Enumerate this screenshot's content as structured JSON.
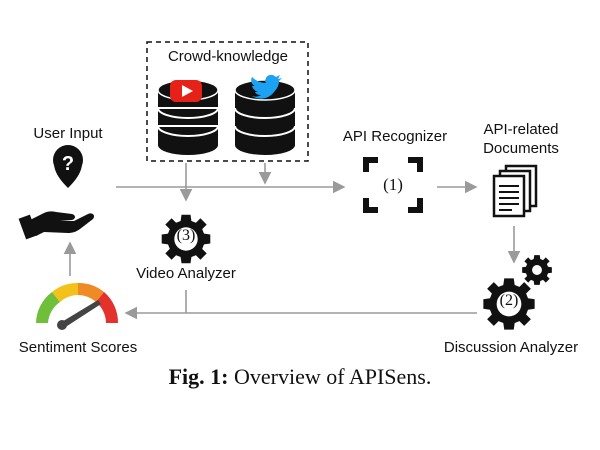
{
  "nodes": {
    "crowd_knowledge": "Crowd-knowledge",
    "user_input": "User Input",
    "api_recognizer": "API Recognizer",
    "api_recognizer_step": "(1)",
    "api_related_documents_line1": "API-related",
    "api_related_documents_line2": "Documents",
    "video_analyzer": "Video Analyzer",
    "video_analyzer_step": "(3)",
    "discussion_analyzer": "Discussion Analyzer",
    "discussion_analyzer_step": "(2)",
    "sentiment_scores": "Sentiment Scores",
    "question_mark": "?"
  },
  "caption": {
    "prefix": "Fig. 1:",
    "text": "Overview of APISens."
  },
  "icons": {
    "youtube": "youtube-icon",
    "twitter": "twitter-bird-icon",
    "gauge": "sentiment-gauge-icon"
  },
  "colors": {
    "youtube_red": "#e62117",
    "twitter_blue": "#1da1f2",
    "arrow_gray": "#9a9a9a",
    "gauge_green": "#6fbf3b",
    "gauge_yellow": "#f3c21a",
    "gauge_orange": "#f08a24",
    "gauge_red": "#e3322b"
  }
}
